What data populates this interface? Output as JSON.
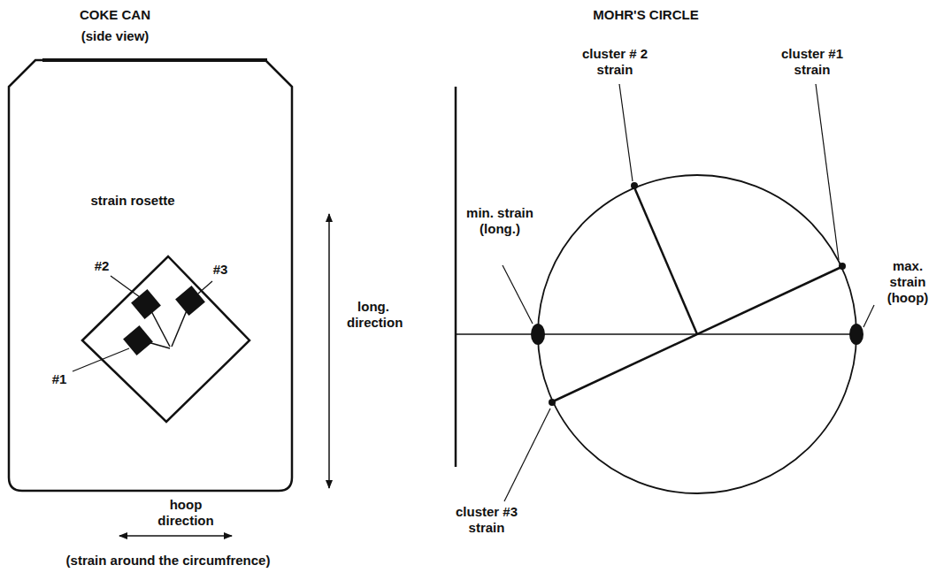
{
  "diagram": {
    "labels": [
      "COKE CAN",
      "(side view)",
      "strain rosette",
      "#2",
      "#3",
      "#1",
      "long. direction",
      "hoop direction",
      "(strain around the circumfrence)",
      "MOHR'S CIRCLE",
      "cluster # 2 strain",
      "cluster #1 strain",
      "min. strain (long.)",
      "max. strain (hoop)",
      "cluster #3 strain"
    ]
  }
}
